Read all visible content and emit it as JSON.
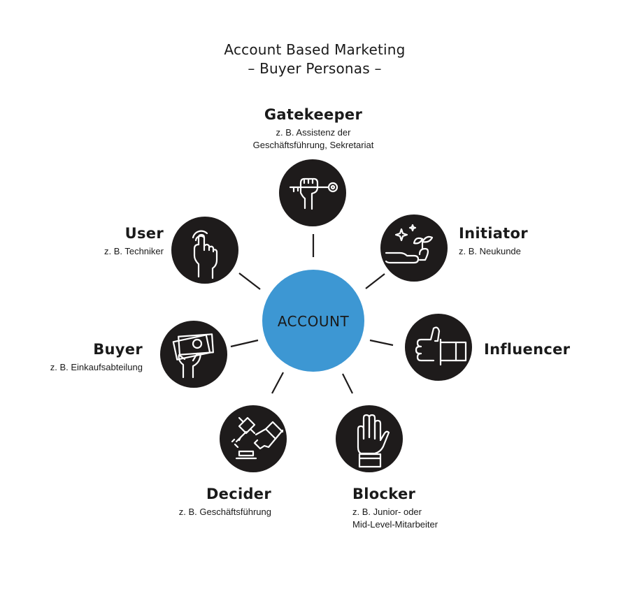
{
  "title": {
    "line1": "Account Based Marketing",
    "line2": "– Buyer Personas –"
  },
  "center": {
    "label": "ACCOUNT",
    "color": "#3d97d3"
  },
  "node_color": "#1e1b1b",
  "personas": {
    "gatekeeper": {
      "name": "Gatekeeper",
      "desc1": "z. B. Assistenz der",
      "desc2": "Geschäftsführung, Sekretariat",
      "icon": "hand-holding-key-icon"
    },
    "initiator": {
      "name": "Initiator",
      "desc1": "z. B. Neukunde",
      "icon": "hand-with-sprout-icon"
    },
    "influencer": {
      "name": "Influencer",
      "icon": "thumbs-up-icon"
    },
    "blocker": {
      "name": "Blocker",
      "desc1": "z. B. Junior- oder",
      "desc2": "Mid-Level-Mitarbeiter",
      "icon": "raised-hand-stop-icon"
    },
    "decider": {
      "name": "Decider",
      "desc1": "z. B. Geschäftsführung",
      "icon": "gavel-handshake-icon"
    },
    "buyer": {
      "name": "Buyer",
      "desc1": "z. B. Einkaufsabteilung",
      "icon": "hand-with-money-icon"
    },
    "user": {
      "name": "User",
      "desc1": "z. B. Techniker",
      "icon": "pointing-finger-tap-icon"
    }
  }
}
